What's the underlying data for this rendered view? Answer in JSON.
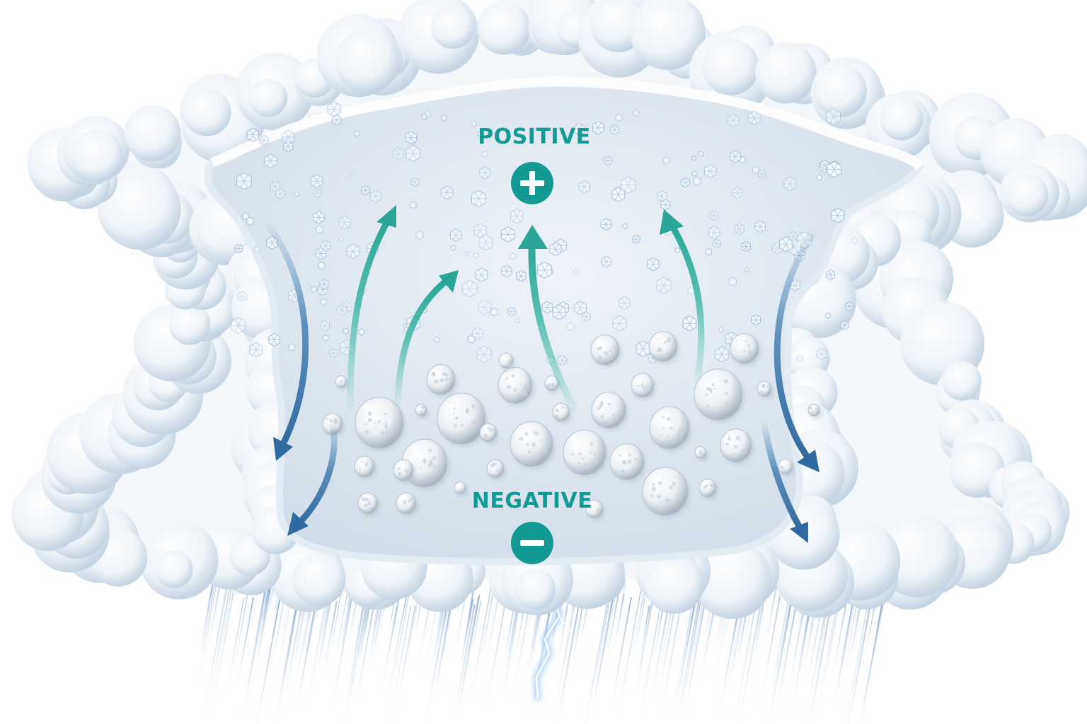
{
  "diagram": {
    "labels": {
      "positive": "POSITIVE",
      "negative": "NEGATIVE"
    },
    "symbols": {
      "positive": "+",
      "negative": "−"
    },
    "charge_regions": [
      {
        "charge": "positive",
        "particles": "ice crystals",
        "region": "upper cloud"
      },
      {
        "charge": "negative",
        "particles": "graupel / hail",
        "region": "lower cloud"
      }
    ],
    "flows": {
      "updraft_count": 4,
      "downdraft_count": 4
    },
    "colors": {
      "accent_teal": "#139b93",
      "updraft": "#3cb6a4",
      "downdraft": "#3d79ae",
      "cloud_white": "#fbfdff",
      "cloud_shadow": "#c3d3e2",
      "interior": "#dde8f1",
      "rain": "#7a9fc4",
      "lightning": "#7fb6ee"
    }
  }
}
